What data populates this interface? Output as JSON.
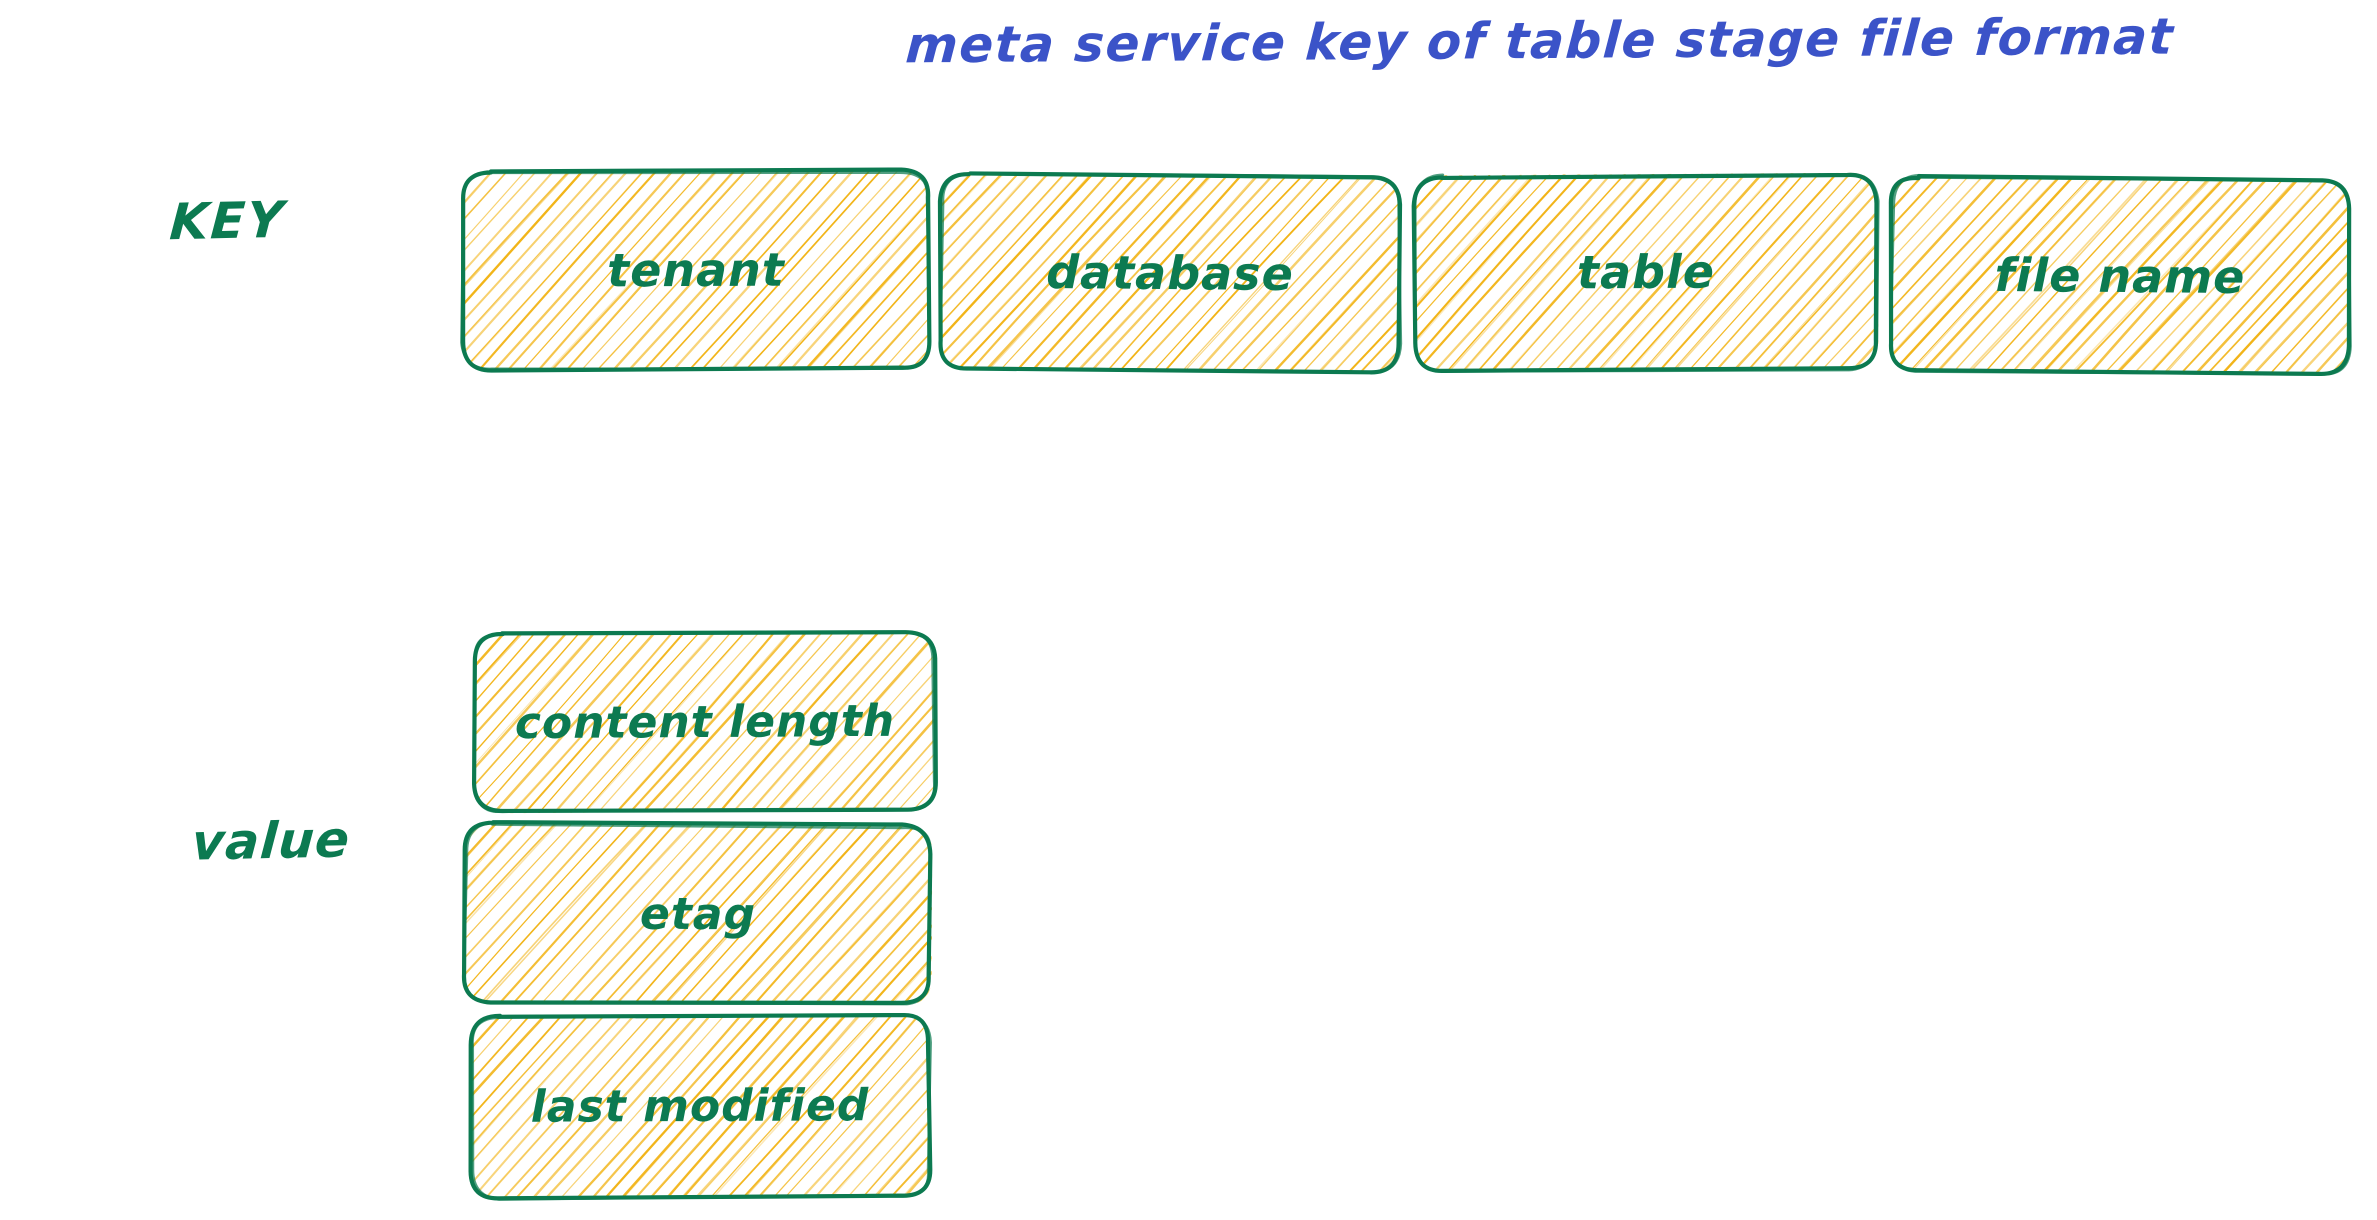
{
  "title": "meta service key of table stage file format",
  "colors": {
    "title_blue": "#3b53c8",
    "stroke_green": "#0c7a51",
    "hatch_amber": "#f2b417",
    "background": "#ffffff"
  },
  "rows": [
    {
      "label": "KEY",
      "orientation": "horizontal",
      "boxes": [
        {
          "label": "tenant"
        },
        {
          "label": "database"
        },
        {
          "label": "table"
        },
        {
          "label": "file name"
        }
      ]
    },
    {
      "label": "value",
      "orientation": "vertical",
      "boxes": [
        {
          "label": "content length"
        },
        {
          "label": "etag"
        },
        {
          "label": "last modified"
        }
      ]
    }
  ],
  "key_row": {
    "label": "KEY",
    "box_tenant": "tenant",
    "box_database": "database",
    "box_table": "table",
    "box_filename": "file name"
  },
  "value_row": {
    "label": "value",
    "box_contentlength": "content length",
    "box_etag": "etag",
    "box_lastmodified": "last modified"
  }
}
